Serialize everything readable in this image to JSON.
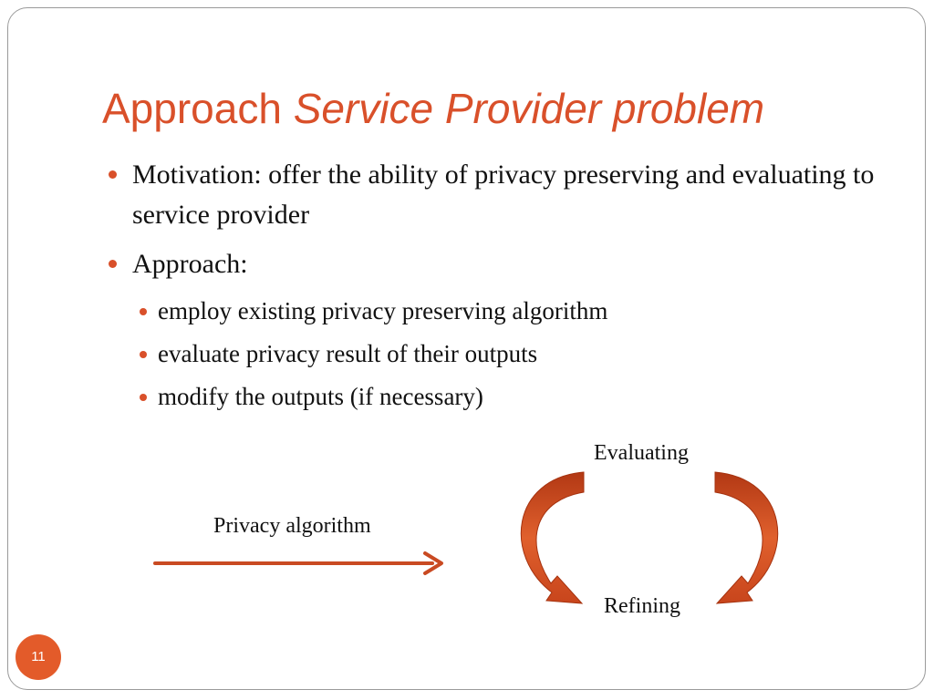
{
  "slide": {
    "title_normal": "Approach",
    "title_italic": "Service Provider problem",
    "page_number": "11"
  },
  "bullets": [
    {
      "text": "Motivation: offer the ability of privacy preserving and evaluating to service provider"
    },
    {
      "text": "Approach:",
      "sub": [
        "employ existing privacy preserving algorithm",
        "evaluate privacy result of their outputs",
        "modify the outputs (if necessary)"
      ]
    }
  ],
  "diagram": {
    "arrow_label": "Privacy algorithm",
    "cycle_top_label": "Evaluating",
    "cycle_bottom_label": "Refining"
  },
  "colors": {
    "accent": "#d9502a",
    "arrow": "#c94a22",
    "badge": "#e35b2a"
  }
}
